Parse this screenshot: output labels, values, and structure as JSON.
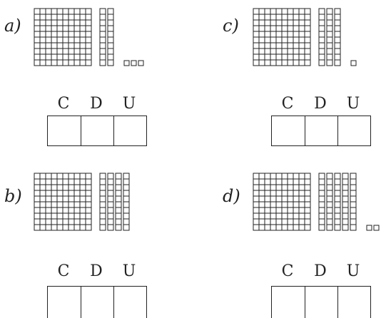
{
  "exercises": [
    {
      "id": "a",
      "label": "a)",
      "hundreds": 1,
      "tens": 2,
      "units": 3
    },
    {
      "id": "c",
      "label": "c)",
      "hundreds": 1,
      "tens": 3,
      "units": 1
    },
    {
      "id": "b",
      "label": "b)",
      "hundreds": 1,
      "tens": 4,
      "units": 0
    },
    {
      "id": "d",
      "label": "d)",
      "hundreds": 1,
      "tens": 5,
      "units": 2
    }
  ],
  "column_headers": [
    "C",
    "D",
    "U"
  ]
}
